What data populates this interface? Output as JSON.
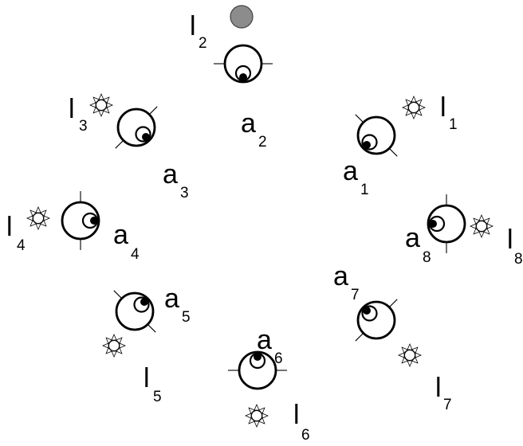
{
  "eyes": [
    {
      "id": "a1",
      "label_main": "a",
      "label_sub": "1"
    },
    {
      "id": "a2",
      "label_main": "a",
      "label_sub": "2"
    },
    {
      "id": "a3",
      "label_main": "a",
      "label_sub": "3"
    },
    {
      "id": "a4",
      "label_main": "a",
      "label_sub": "4"
    },
    {
      "id": "a5",
      "label_main": "a",
      "label_sub": "5"
    },
    {
      "id": "a6",
      "label_main": "a",
      "label_sub": "6"
    },
    {
      "id": "a7",
      "label_main": "a",
      "label_sub": "7"
    },
    {
      "id": "a8",
      "label_main": "a",
      "label_sub": "8"
    }
  ],
  "lights": [
    {
      "id": "l1",
      "label_main": "l",
      "label_sub": "1",
      "state": "on"
    },
    {
      "id": "l2",
      "label_main": "l",
      "label_sub": "2",
      "state": "off"
    },
    {
      "id": "l3",
      "label_main": "l",
      "label_sub": "3",
      "state": "on"
    },
    {
      "id": "l4",
      "label_main": "l",
      "label_sub": "4",
      "state": "on"
    },
    {
      "id": "l5",
      "label_main": "l",
      "label_sub": "5",
      "state": "on"
    },
    {
      "id": "l6",
      "label_main": "l",
      "label_sub": "6",
      "state": "on"
    },
    {
      "id": "l7",
      "label_main": "l",
      "label_sub": "7",
      "state": "on"
    },
    {
      "id": "l8",
      "label_main": "l",
      "label_sub": "8",
      "state": "on"
    }
  ],
  "colors": {
    "ink": "#000000",
    "off_light": "#8c8c8c",
    "background": "#ffffff"
  }
}
